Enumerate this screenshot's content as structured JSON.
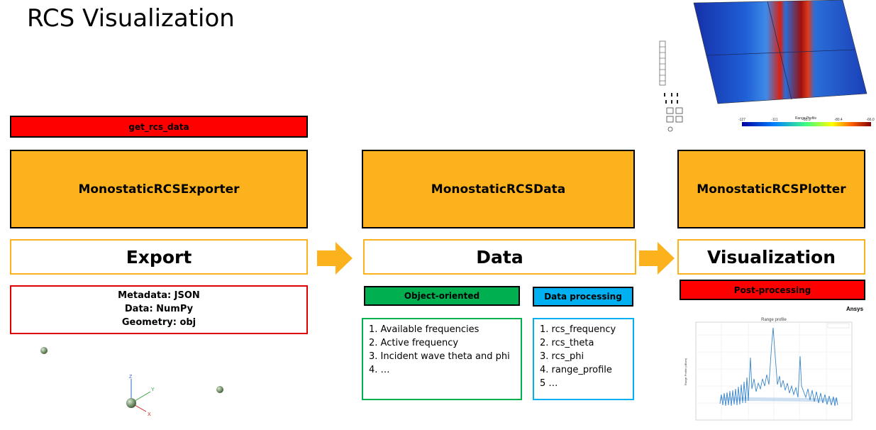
{
  "title": "RCS Visualization",
  "function_bar": {
    "label": "get_rcs_data"
  },
  "exporter": {
    "class_name": "MonostaticRCSExporter",
    "stage": "Export",
    "formats": [
      "Metadata: JSON",
      "Data: NumPy",
      "Geometry: obj"
    ]
  },
  "data_stage": {
    "class_name": "MonostaticRCSData",
    "stage": "Data",
    "object_oriented": {
      "label": "Object-oriented",
      "items": [
        "1. Available frequencies",
        "2. Active frequency",
        "3. Incident wave theta and phi",
        "4. …"
      ]
    },
    "processing": {
      "label": "Data processing",
      "items": [
        "1. rcs_frequency",
        "2. rcs_theta",
        "3. rcs_phi",
        "4. range_profile",
        "5 …"
      ]
    }
  },
  "plotter": {
    "class_name": "MonostaticRCSPlotter",
    "stage": "Visualization",
    "post_processing": "Post-processing",
    "brand": "Ansys"
  },
  "heatmap": {
    "colorbar_title": "Range Profile",
    "colorbar_ticks": [
      "-127",
      "-111",
      "-95.9",
      "-80.4",
      "-66.0"
    ]
  },
  "range_plot": {
    "title": "Range profile",
    "ylabel": "Range Profile (dBsm)"
  },
  "axes_triad": {
    "x": "X",
    "y": "Y",
    "z": "Z"
  },
  "colors": {
    "red": "#ff0000",
    "orange": "#fbb21d",
    "green": "#00b050",
    "blue": "#00b0f0"
  }
}
